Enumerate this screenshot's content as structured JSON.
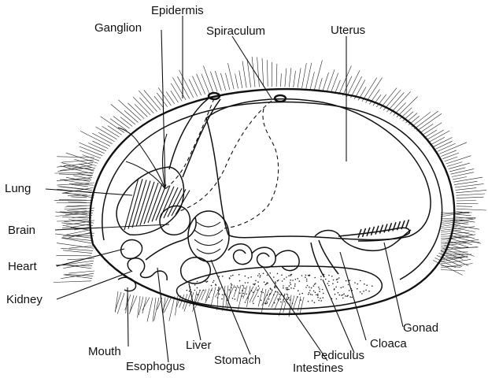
{
  "labels": {
    "epidermis": "Epidermis",
    "ganglion": "Ganglion",
    "spiraculum": "Spiraculum",
    "uterus": "Uterus",
    "lung": "Lung",
    "brain": "Brain",
    "heart": "Heart",
    "kidney": "Kidney",
    "mouth": "Mouth",
    "esophogus": "Esophogus",
    "liver": "Liver",
    "stomach": "Stomach",
    "intestines": "Intestines",
    "pediculus": "Pediculus",
    "cloaca": "Cloaca",
    "gonad": "Gonad"
  }
}
